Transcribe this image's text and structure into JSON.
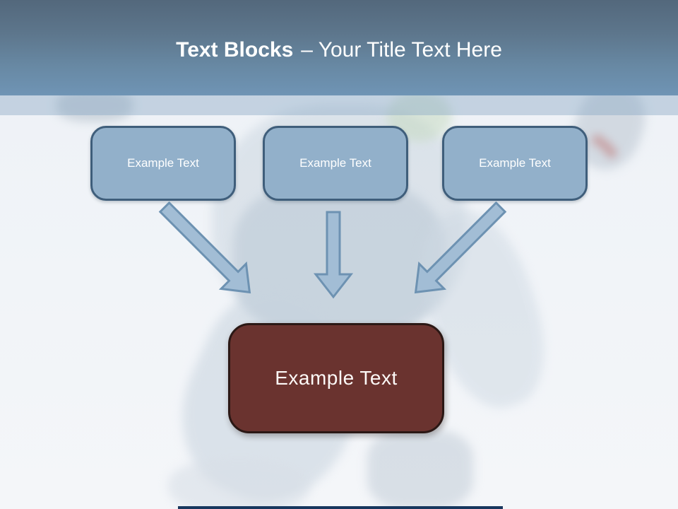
{
  "title": {
    "bold": "Text Blocks",
    "regular": "– Your Title Text Here"
  },
  "blocks": {
    "items": [
      {
        "label": "Example Text"
      },
      {
        "label": "Example Text"
      },
      {
        "label": "Example Text"
      }
    ],
    "result": {
      "label": "Example Text"
    }
  },
  "icons": {
    "arrows": [
      "arrow-down-right",
      "arrow-down",
      "arrow-down-left"
    ]
  },
  "colors": {
    "header_top": "#53687c",
    "header_bottom": "#6f94b5",
    "header_strip": "#88a8c4",
    "box_fill": "#92b0ca",
    "box_border": "#3f5e7b",
    "box_text": "#ffffff",
    "arrow_fill": "#a2bdd5",
    "arrow_border": "#6d92b2",
    "result_fill": "#6a332f",
    "result_border": "#2b1815",
    "result_text": "#ffffff",
    "footer_bar": "#17375e",
    "background": "#eef1f6"
  }
}
